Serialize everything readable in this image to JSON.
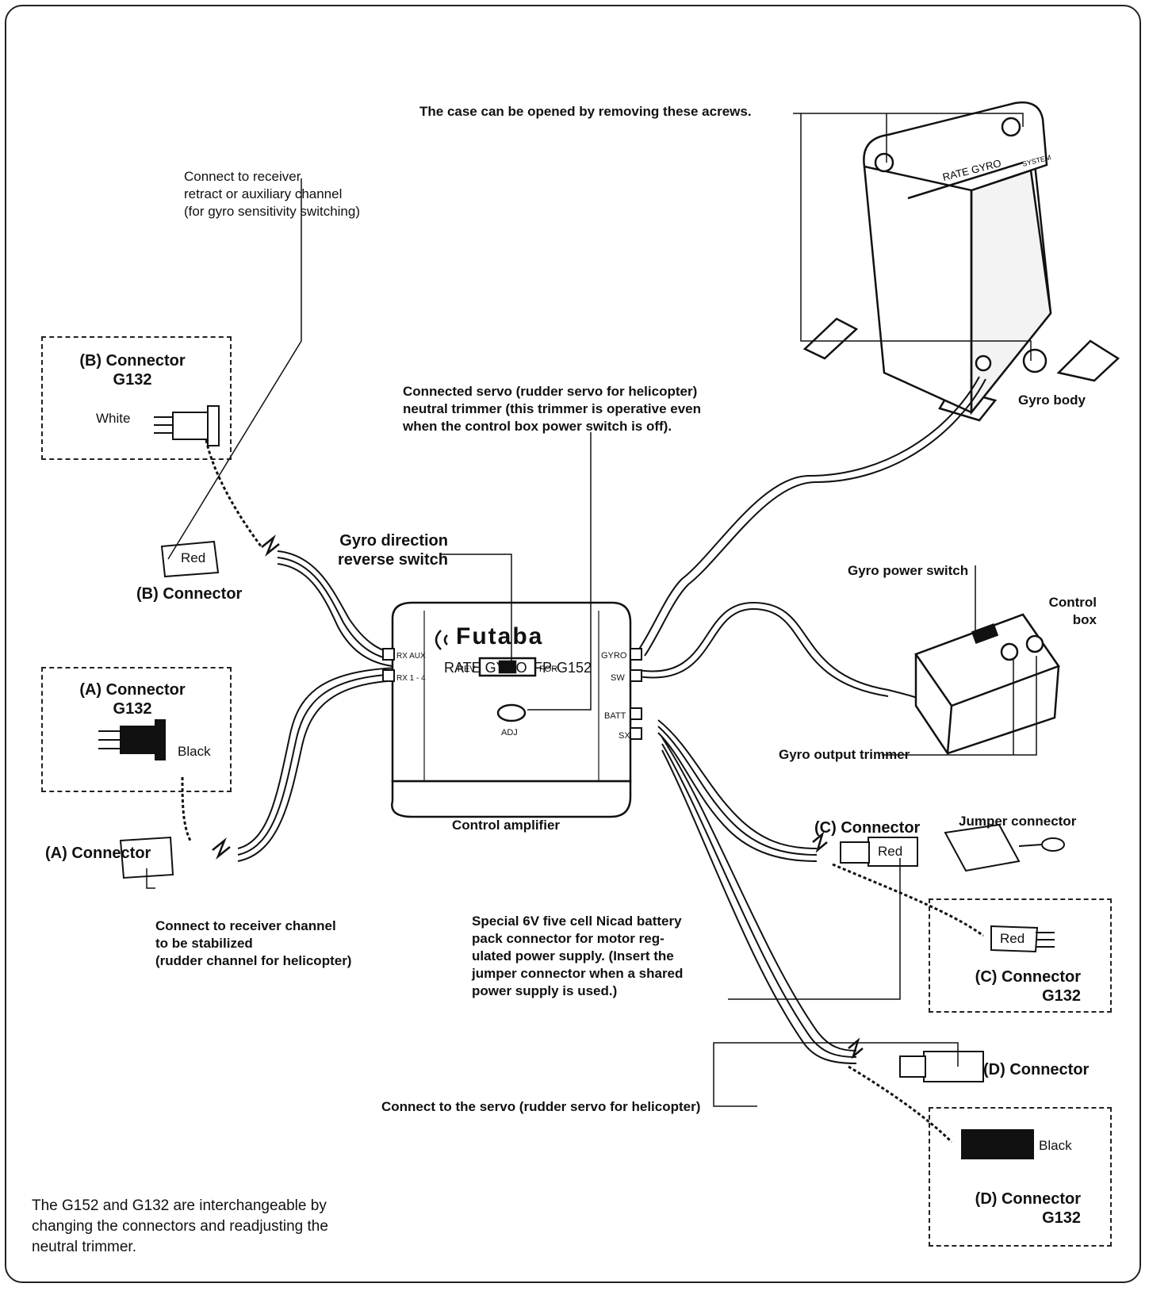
{
  "labels": {
    "case_screws": "The case can be opened by removing these acrews.",
    "aux_connect": "Connect to receiver\nretract or auxiliary channel\n(for gyro sensitivity switching)",
    "b_g132_title": "(B) Connector\nG132",
    "b_g132_white": "White",
    "b_connector": "(B) Connector",
    "b_red": "Red",
    "servo_trimmer": "Connected servo (rudder servo for helicopter)\nneutral trimmer (this trimmer is operative even\nwhen the control box power switch is off).",
    "gyro_body": "Gyro body",
    "gyro_direction": "Gyro direction\nreverse switch",
    "gyro_power_switch": "Gyro power switch",
    "control_box": "Control\nbox",
    "a_g132_title": "(A) Connector\nG132",
    "a_g132_black": "Black",
    "a_connector": "(A) Connector",
    "receiver_channel": "Connect to receiver channel\nto be stabilized\n(rudder channel for helicopter)",
    "gyro_output_trimmer": "Gyro output trimmer",
    "control_amplifier": "Control amplifier",
    "c_connector": "(C) Connector",
    "c_red": "Red",
    "jumper_connector": "Jumper connector",
    "battery_note": "Special 6V five cell Nicad battery\npack connector for motor reg-\nulated power supply. (Insert the\njumper connector when a shared\npower supply is used.)",
    "c_g132_red": "Red",
    "c_g132_title": "(C) Connector\nG132",
    "d_connector": "(D) Connector",
    "servo_connect": "Connect to the servo (rudder servo for helicopter)",
    "d_g132_black": "Black",
    "d_g132_title": "(D) Connector\nG132",
    "footnote": "The G152 and G132 are interchangeable by\nchanging the connectors and readjusting the\nneutral trimmer."
  },
  "amplifier": {
    "brand": "Futaba",
    "model_prefix": "RATE GYRO",
    "model": "FP-G152",
    "rev": "REV",
    "for": "FOR",
    "adj": "ADJ",
    "port_rx_aux": "RX AUX",
    "port_rx": "RX 1 - 4",
    "port_gyro": "GYRO",
    "port_sw": "SW",
    "port_batt": "BATT",
    "port_sx": "SX"
  },
  "gyro_body_print": {
    "line1": "RATE GYRO",
    "line2": "SYSTEM"
  }
}
